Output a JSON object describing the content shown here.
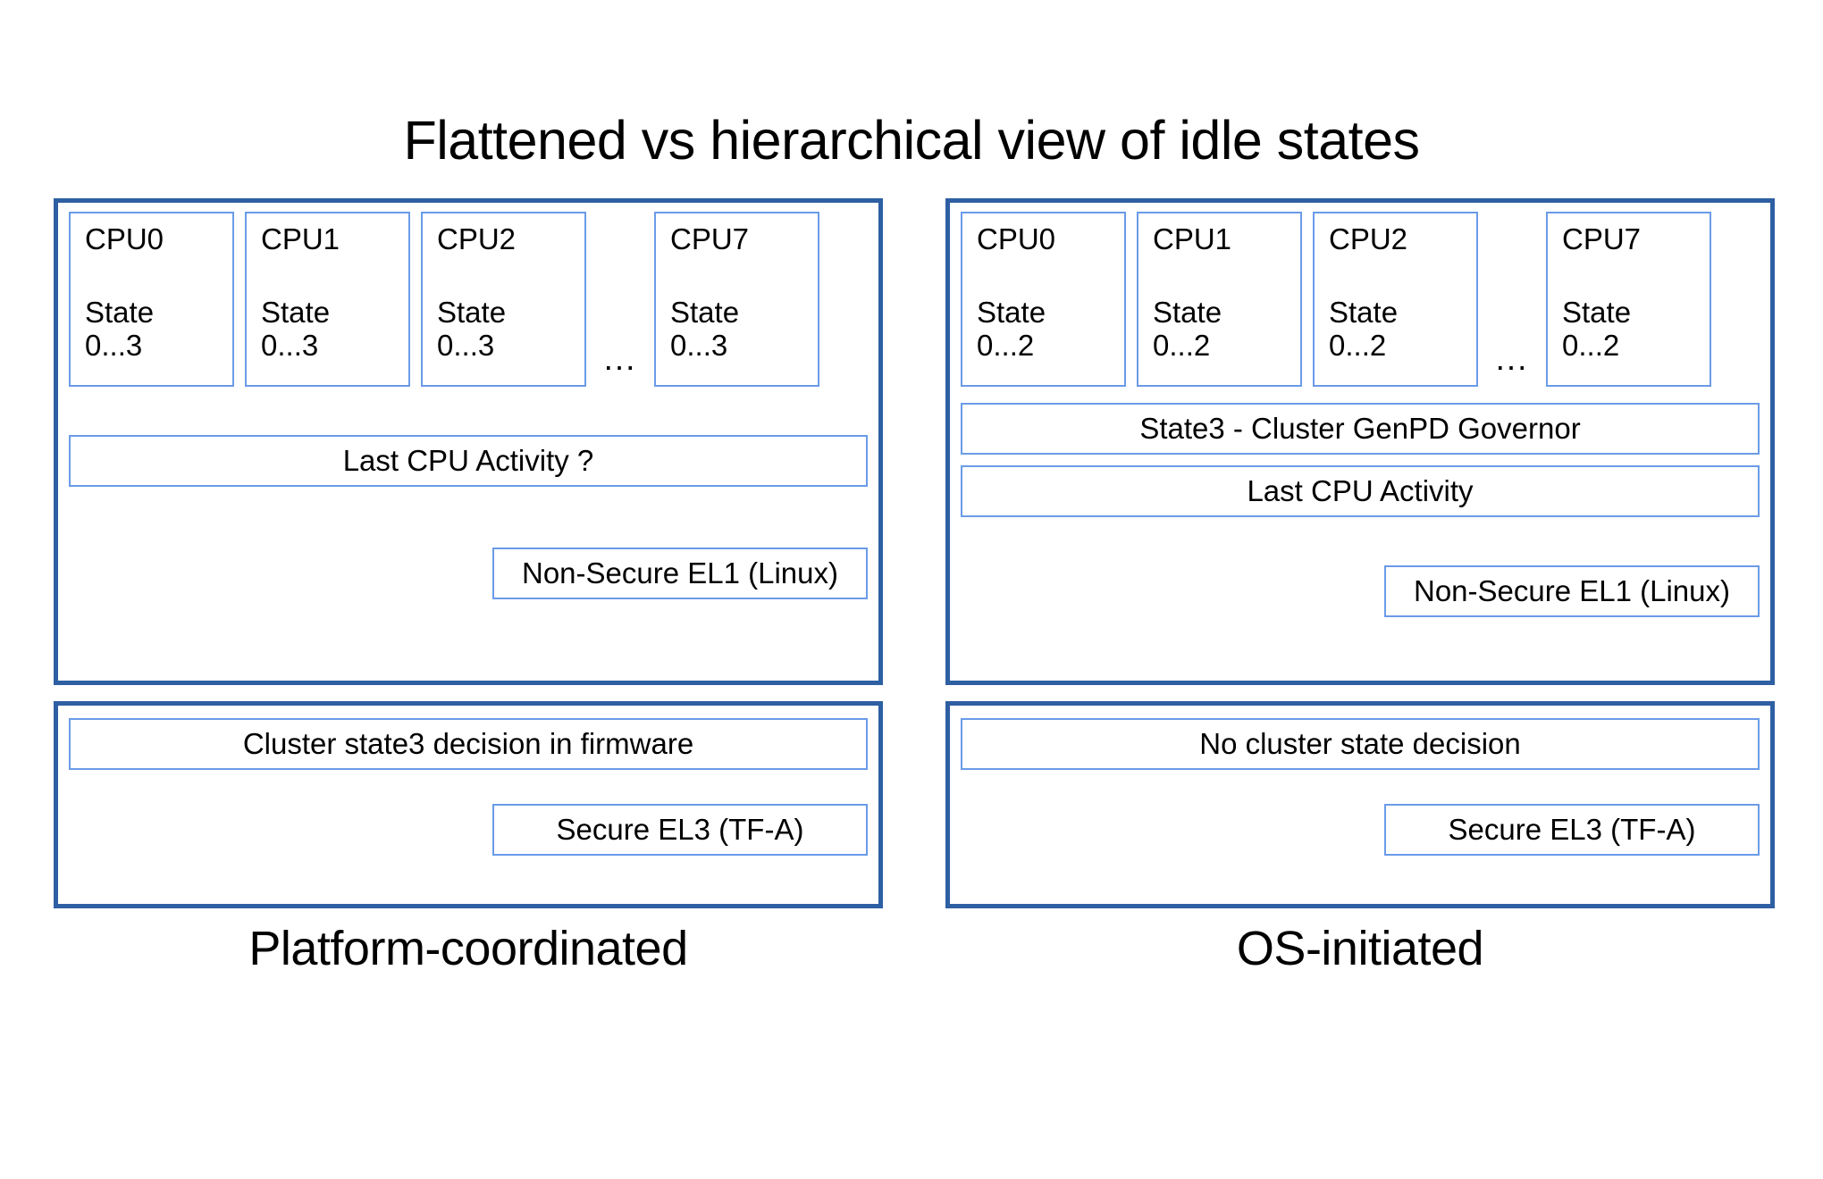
{
  "title": "Flattened vs hierarchical view of idle states",
  "panels": [
    {
      "caption": "Platform-coordinated",
      "os_panel": {
        "cpus": [
          {
            "name": "CPU0",
            "state": "State\n0...3"
          },
          {
            "name": "CPU1",
            "state": "State\n0...3"
          },
          {
            "name": "CPU2",
            "state": "State\n0...3"
          },
          {
            "name": "CPU7",
            "state": "State\n0...3"
          }
        ],
        "ellipsis": "...",
        "bars": [
          "Last CPU Activity ?"
        ],
        "el_tag": "Non-Secure EL1 (Linux)"
      },
      "fw_panel": {
        "bars": [
          "Cluster state3 decision in firmware"
        ],
        "el_tag": "Secure EL3 (TF-A)"
      }
    },
    {
      "caption": "OS-initiated",
      "os_panel": {
        "cpus": [
          {
            "name": "CPU0",
            "state": "State\n0...2"
          },
          {
            "name": "CPU1",
            "state": "State\n0...2"
          },
          {
            "name": "CPU2",
            "state": "State\n0...2"
          },
          {
            "name": "CPU7",
            "state": "State\n0...2"
          }
        ],
        "ellipsis": "...",
        "bars": [
          "State3 - Cluster GenPD Governor",
          "Last CPU Activity"
        ],
        "el_tag": "Non-Secure EL1 (Linux)"
      },
      "fw_panel": {
        "bars": [
          "No cluster state decision"
        ],
        "el_tag": "Secure EL3 (TF-A)"
      }
    }
  ],
  "colors": {
    "outer_border": "#2e5fa3",
    "inner_border": "#6a9be8",
    "background": "#ffffff",
    "text": "#000000"
  }
}
